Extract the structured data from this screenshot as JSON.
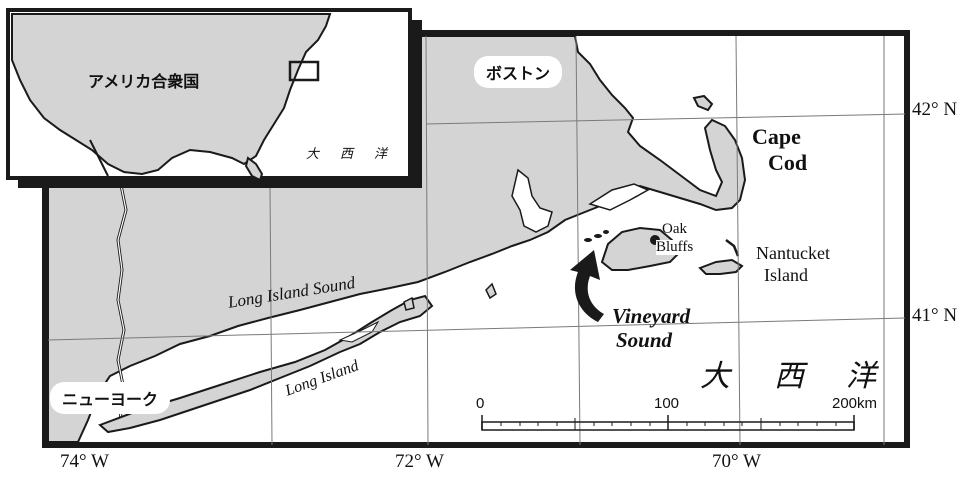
{
  "map": {
    "longitude_labels": [
      "74° W",
      "72° W",
      "70° W"
    ],
    "latitude_labels": [
      "42° N",
      "41° N"
    ],
    "cities": {
      "boston": "ボストン",
      "new_york": "ニューヨーク"
    },
    "places": {
      "cape": "Cape",
      "cod": "Cod",
      "oak": "Oak",
      "bluffs": "Bluffs",
      "nantucket": "Nantucket",
      "island": "Island",
      "vineyard": "Vineyard",
      "sound": "Sound",
      "long_island_sound": "Long Island Sound",
      "long_island": "Long Island"
    },
    "ocean_label": [
      "大",
      "西",
      "洋"
    ],
    "scale_bar": {
      "ticks": [
        "0",
        "100",
        "200km"
      ]
    },
    "inset": {
      "country": "アメリカ合衆国",
      "ocean": [
        "大",
        "西",
        "洋"
      ]
    },
    "colors": {
      "land": "#d4d4d4",
      "water": "#ffffff",
      "ink": "#1a1a1a",
      "grid": "#7a7a7a"
    }
  }
}
